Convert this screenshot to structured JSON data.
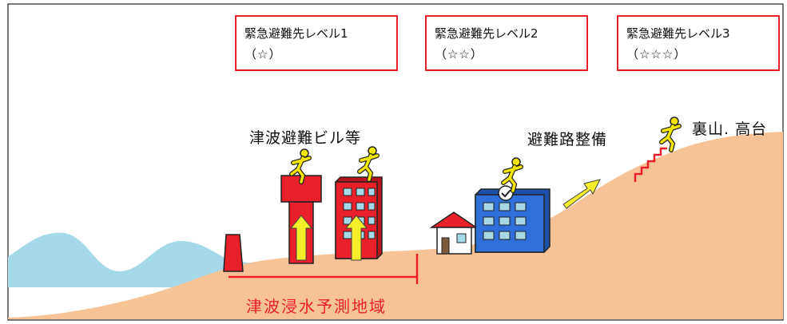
{
  "evacuation_levels": [
    {
      "title": "緊急避難先レベル1",
      "stars": "（☆）"
    },
    {
      "title": "緊急避難先レベル2",
      "stars": "（☆☆）"
    },
    {
      "title": "緊急避難先レベル3",
      "stars": "（☆☆☆）"
    }
  ],
  "labels": {
    "tsunami_building": "津波避難ビル等",
    "evacuation_route": "避難路整備",
    "hill": "裏山. 高台",
    "inundation_area": "津波浸水予測地域"
  },
  "colors": {
    "sea": "#a6d9e8",
    "land": "#f7c396",
    "accent_red": "#e8202a",
    "building_blue": "#2e6fd8",
    "arrow_yellow": "#f6ee2a",
    "runner_yellow": "#f5e600"
  },
  "icons": [
    "running-person-icon",
    "up-arrow-icon",
    "checkmark-icon",
    "house-icon",
    "stairs-icon"
  ]
}
